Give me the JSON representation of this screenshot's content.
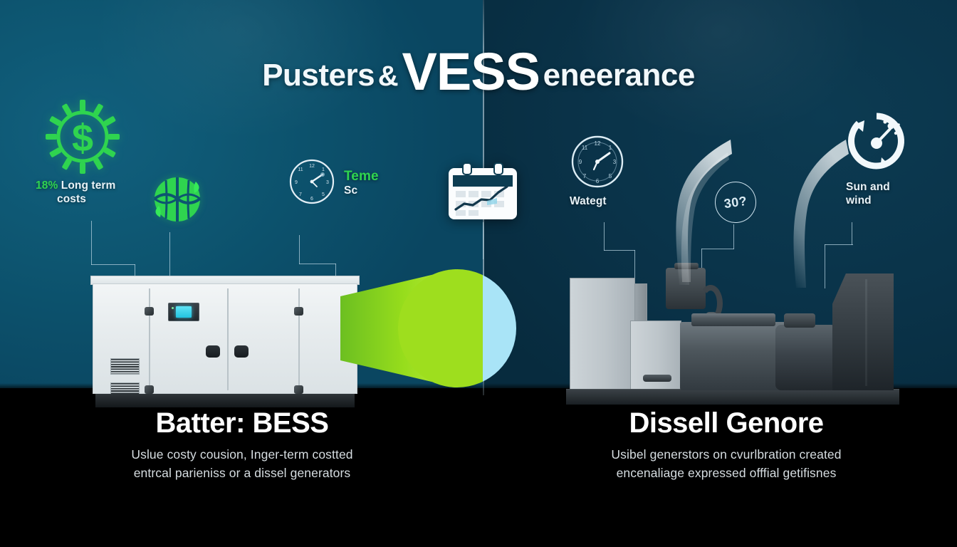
{
  "title": {
    "part1": "Pusters",
    "amp": "&",
    "part2": "VESS",
    "part3": "eneerance"
  },
  "colors": {
    "accent_green": "#2fd44f",
    "cone_green": "#9ede1e",
    "cone_cyan": "#a9e4f7",
    "bg_left": "#0d5570",
    "bg_right": "#0a3349",
    "panel_cyan": "#3cd2f0",
    "leader_line": "#b9d4e2",
    "band_black": "#000000"
  },
  "left_panel": {
    "icons": [
      {
        "name": "gear-dollar-icon",
        "icon": "gear-dollar-icon",
        "value": "18%",
        "label_line1": "Long term",
        "label_line2": "costs"
      },
      {
        "name": "globe-leaf-icon",
        "icon": "globe-leaf-icon",
        "label_line1": "",
        "label_line2": ""
      },
      {
        "name": "clock-icon",
        "icon": "clock-icon",
        "label_line1": "Teme",
        "label_line2": "Sc"
      }
    ]
  },
  "center": {
    "calendar_chart_icon": "calendar-chart-icon"
  },
  "right_panel": {
    "icons": [
      {
        "name": "clock-icon",
        "icon": "clock-icon",
        "label_line1": "Wategt",
        "label_line2": ""
      },
      {
        "name": "emissions-badge",
        "icon": "circle-badge-icon",
        "value": "30?"
      },
      {
        "name": "renewables-gauge-icon",
        "icon": "gauge-recycle-icon",
        "label_line1": "Sun and",
        "label_line2": "wind"
      }
    ]
  },
  "left_caption": {
    "heading": "Batter: BESS",
    "sub_line1": "Uslue costy cousion, Inger-term costted",
    "sub_line2": "entrcal parieniss or a dissel generators"
  },
  "right_caption": {
    "heading": "Dissell Genore",
    "sub_line1": "Usibel generstors on cvurlbration created",
    "sub_line2": "encenaliage expressed offfial getifisnes"
  }
}
